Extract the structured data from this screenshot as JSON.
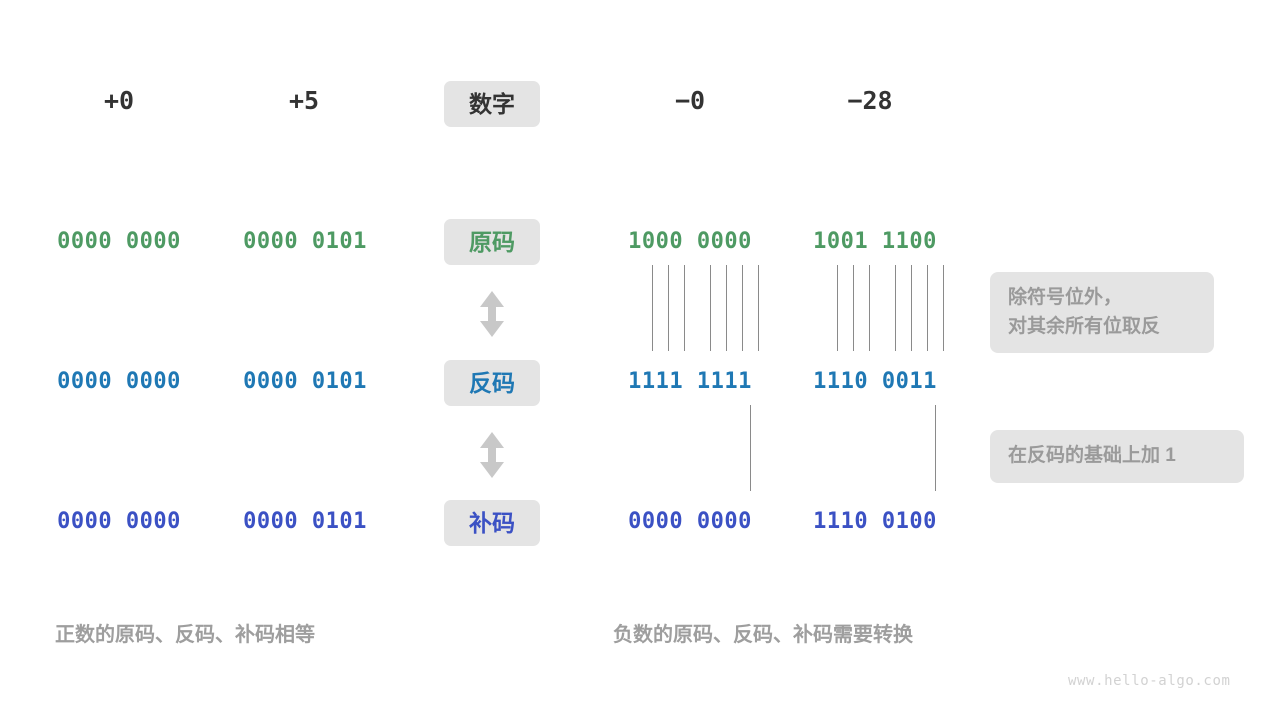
{
  "diagram": {
    "title_row": {
      "label_pill": "数字",
      "positive": [
        {
          "value": "+0"
        },
        {
          "value": "+5"
        }
      ],
      "negative": [
        {
          "value": "−0"
        },
        {
          "value": "−28"
        }
      ]
    },
    "rows": [
      {
        "name": "true-form",
        "pill": "原码",
        "color": "#4e9a63",
        "positive": [
          "0000 0000",
          "0000 0101"
        ],
        "negative": [
          "1000 0000",
          "1001 1100"
        ]
      },
      {
        "name": "ones-complement",
        "pill": "反码",
        "color": "#1f78b4",
        "positive": [
          "0000 0000",
          "0000 0101"
        ],
        "negative": [
          "1111 1111",
          "1110 0011"
        ]
      },
      {
        "name": "twos-complement",
        "pill": "补码",
        "color": "#3b51c4",
        "positive": [
          "0000 0000",
          "0000 0101"
        ],
        "negative": [
          "0000 0000",
          "1110 0100"
        ]
      }
    ],
    "annotations": [
      {
        "name": "invert-non-sign-bits",
        "text": "除符号位外，\n对其余所有位取反"
      },
      {
        "name": "add-one-to-ones-complement",
        "text": "在反码的基础上加 1"
      }
    ],
    "captions": [
      {
        "name": "positive-caption",
        "text": "正数的原码、反码、补码相等"
      },
      {
        "name": "negative-caption",
        "text": "负数的原码、反码、补码需要转换"
      }
    ],
    "watermark": "www.hello-algo.com",
    "arrows": [
      {
        "name": "true-to-ones-arrow",
        "glyph": "up-down-arrow"
      },
      {
        "name": "ones-to-twos-arrow",
        "glyph": "up-down-arrow"
      }
    ],
    "colors": {
      "pill_bg": "#e4e4e4",
      "green": "#4e9a63",
      "blue": "#1f78b4",
      "indigo": "#3b51c4",
      "gray_text": "#9a9a9a",
      "connector": "#8a8a8a",
      "arrow": "#c8c8c8",
      "background": "#ffffff"
    }
  }
}
